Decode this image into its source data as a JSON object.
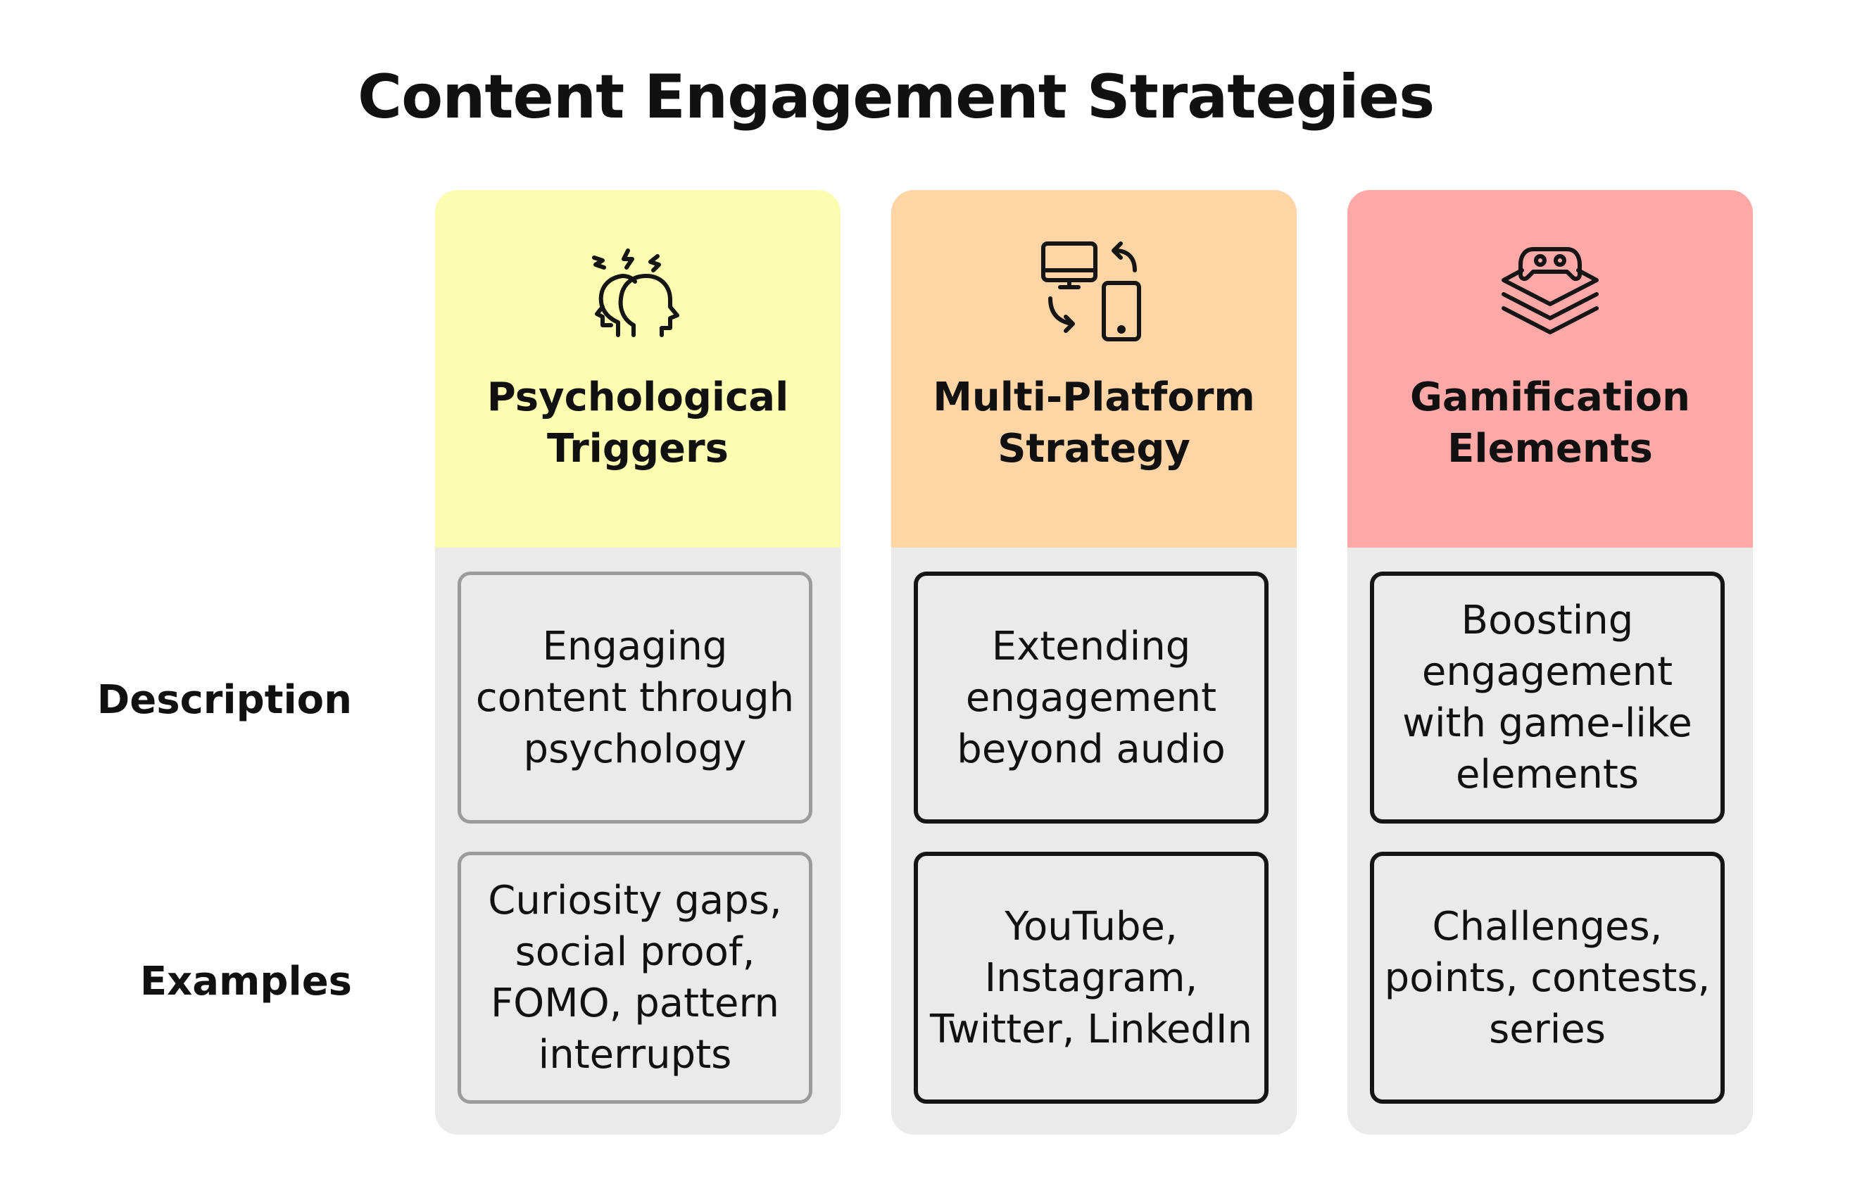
{
  "title": "Content Engagement Strategies",
  "row_labels": {
    "description": "Description",
    "examples": "Examples"
  },
  "columns": [
    {
      "title": "Psychological Triggers",
      "icon": "two-heads-icon",
      "header_color": "#fdfdb2",
      "description": "Engaging content through psychology",
      "examples": "Curiosity gaps, social proof, FOMO, pattern interrupts"
    },
    {
      "title": "Multi-Platform Strategy",
      "icon": "devices-sync-icon",
      "header_color": "#ffd5a5",
      "description": "Extending engagement beyond audio",
      "examples": "YouTube, Instagram, Twitter, LinkedIn"
    },
    {
      "title": "Gamification Elements",
      "icon": "game-controller-layers-icon",
      "header_color": "#ffa8a8",
      "description": "Boosting engagement with game-like elements",
      "examples": "Challenges, points, contests, series"
    }
  ]
}
